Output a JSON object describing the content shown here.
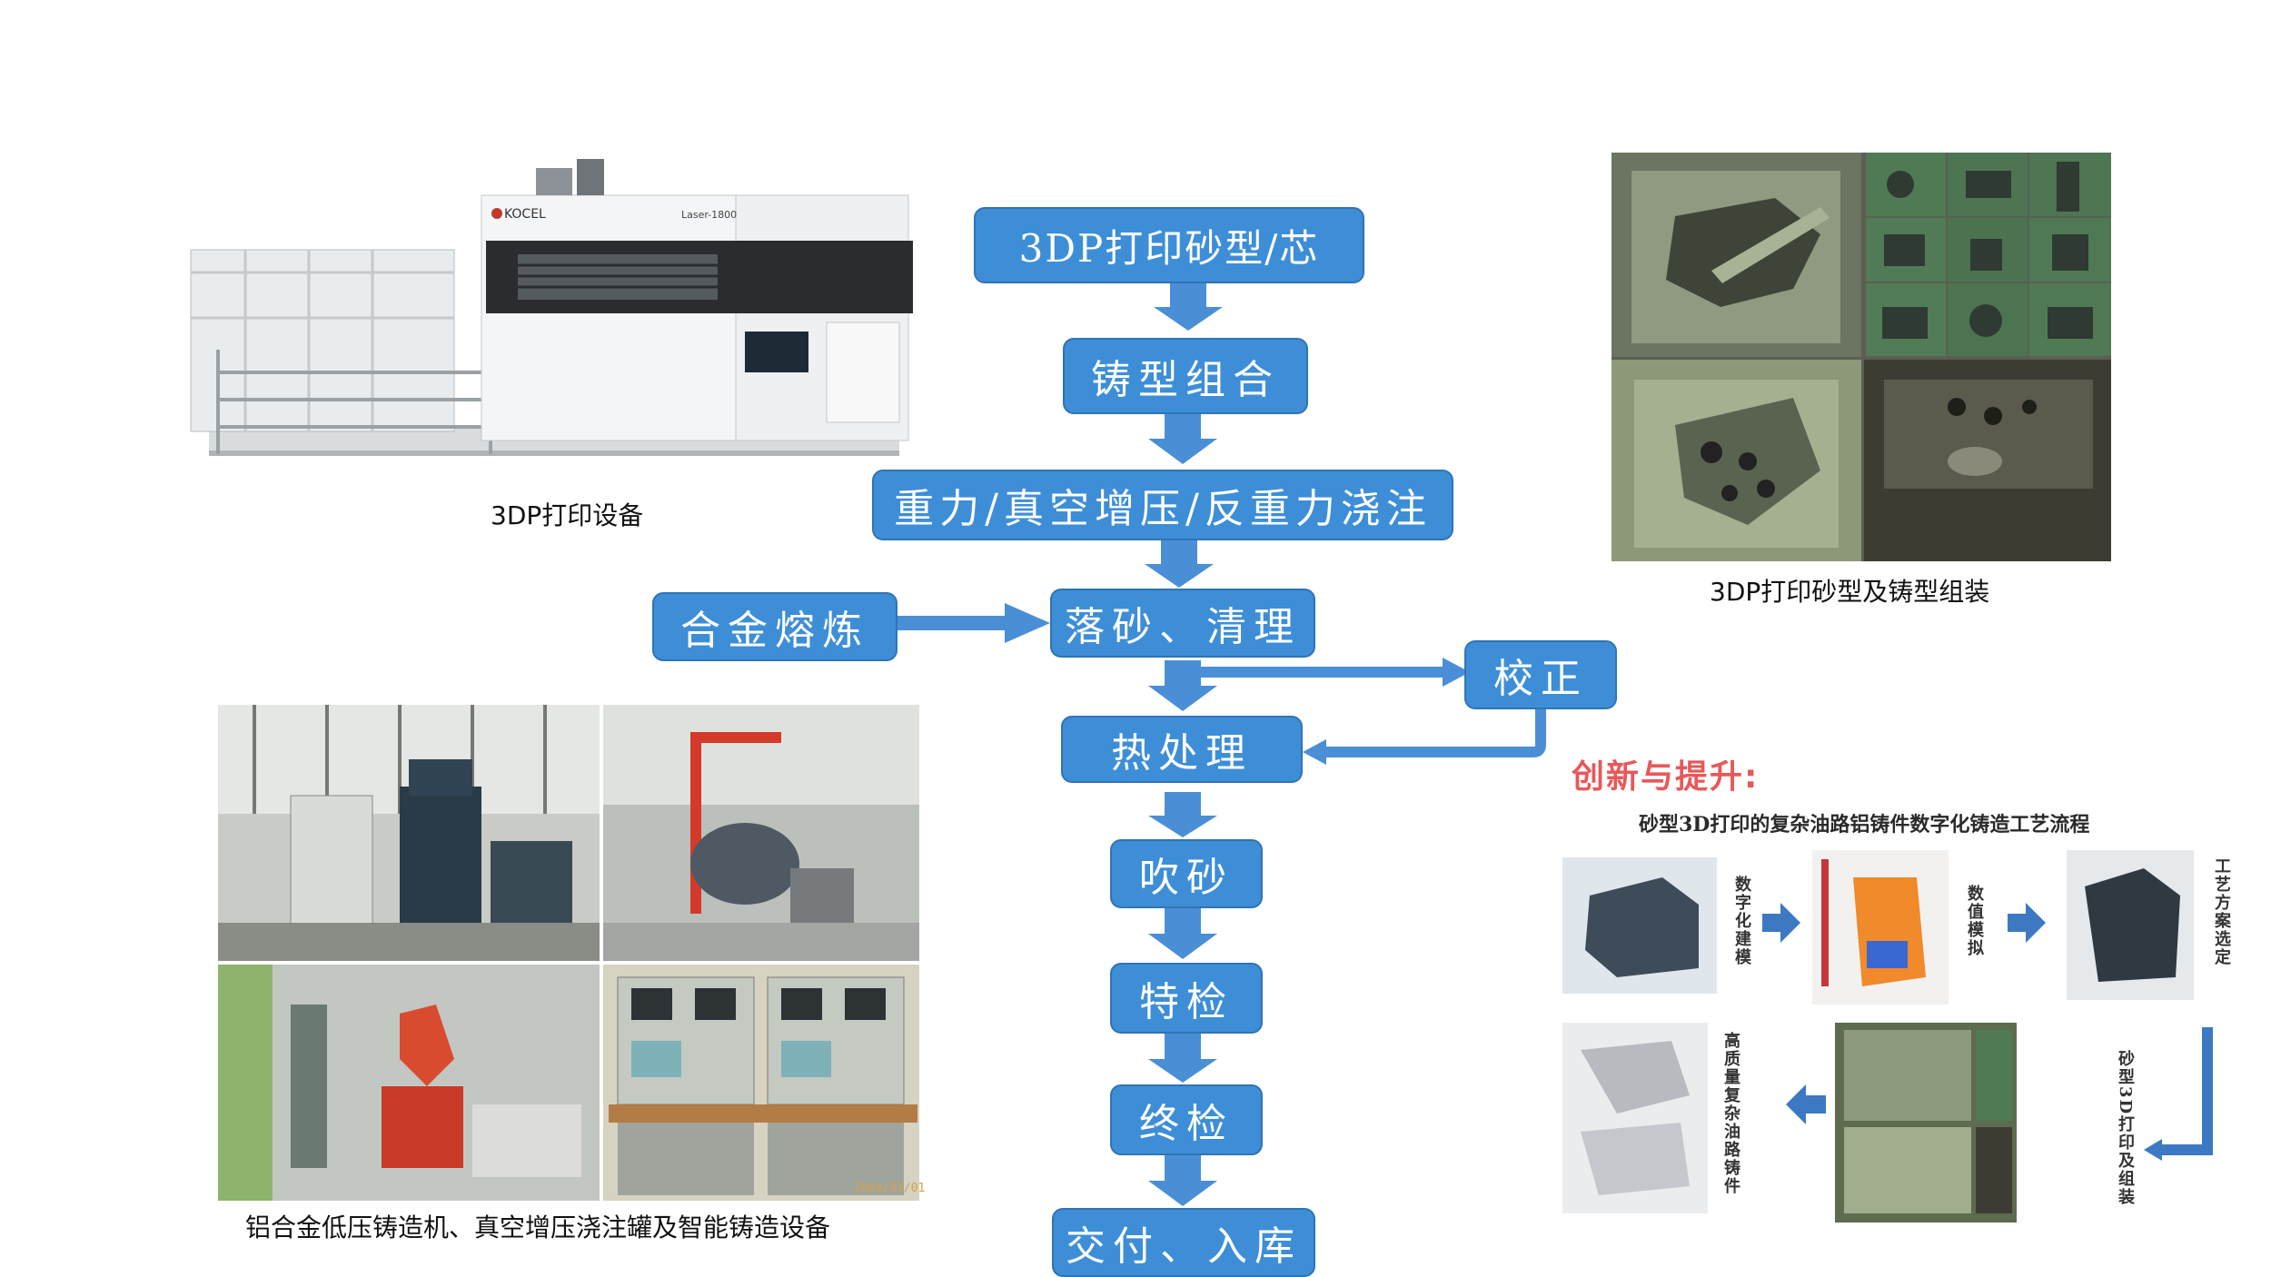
{
  "flow": {
    "step1": "3DP打印砂型/芯",
    "step2": "铸型组合",
    "step3": "重力/真空增压/反重力浇注",
    "step4": "落砂、清理",
    "step5": "热处理",
    "step6": "吹砂",
    "step7": "特检",
    "step8": "终检",
    "step9": "交付、入库",
    "side_alloy": "合金熔炼",
    "side_correct": "校正"
  },
  "captions": {
    "printer": "3DP打印设备",
    "sand_mold": "3DP打印砂型及铸型组装",
    "equipment": "铝合金低压铸造机、真空增压浇注罐及智能铸造设备"
  },
  "innovation": {
    "heading": "创新与提升:",
    "title": "砂型3D打印的复杂油路铝铸件数字化铸造工艺流程",
    "label_modeling": "数字化建模",
    "label_simulation": "数值模拟",
    "label_scheme": "工艺方案选定",
    "label_print": "砂型3D打印及组装",
    "label_casting": "高质量复杂油路铸件"
  },
  "printer_brand": "KOCEL",
  "printer_model": "Laser-1800",
  "photo_timestamp": "2004/01/01",
  "colors": {
    "box_fill": "#3d8ed7",
    "box_border": "#2f74b5",
    "arrow": "#4a8fd6"
  }
}
